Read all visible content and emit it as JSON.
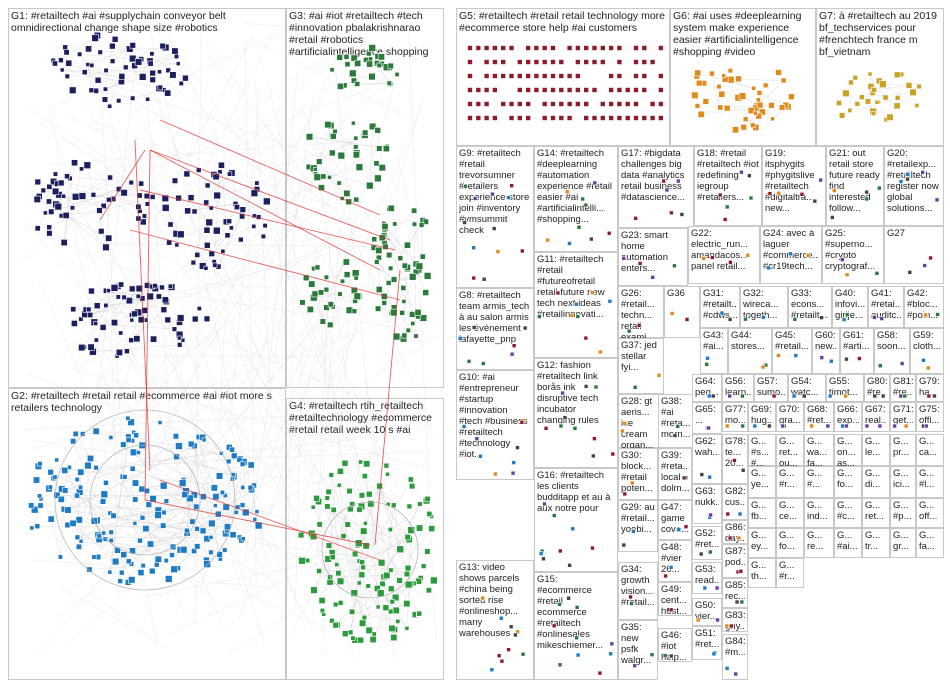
{
  "groups": [
    {
      "id": "G1",
      "label": "G1: #retailtech #ai #supplychain conveyor belt omnidirectional change shape size #robotics"
    },
    {
      "id": "G2",
      "label": "G2: #retailtech #retail retail #ecommerce #ai #iot more s retailers technology"
    },
    {
      "id": "G3",
      "label": "G3: #ai #iot #retailtech #tech #innovation pbalakrishnarao #retail #robotics #artificialintelligence shopping"
    },
    {
      "id": "G4",
      "label": "G4: #retailtech rtih_retailtech #retailtechnology #ecommerce #retail retail week 10 s #ai"
    },
    {
      "id": "G5",
      "label": "G5: #retailtech #retail retail technology more #ecommerce store help #ai customers"
    },
    {
      "id": "G6",
      "label": "G6: #ai uses #deeplearning system make experience easier #artificialintelligence #shopping #video"
    },
    {
      "id": "G7",
      "label": "G7: à #retailtech au 2019 bf_techservices pour #frenchtech france m bf_vietnam"
    },
    {
      "id": "G8",
      "label": "G8: #retailtech team armis_tech à au salon armis les événement lafayette_pnp"
    },
    {
      "id": "G9",
      "label": "G9: #retailtech #retail trevorsumner #retailers experience store join #inventory #vmsummit check"
    },
    {
      "id": "G10",
      "label": "G10: #ai #entrepreneur #startup #innovation #tech #business #retailtech #technology #iot..."
    },
    {
      "id": "G11",
      "label": "G11: #retailtech #retail #futureofretail retail future new tech next ideas #retailinnovati..."
    },
    {
      "id": "G12",
      "label": "G12: fashion #retailtech link borås ink disruptive tech incubator changing rules"
    },
    {
      "id": "G13",
      "label": "G13: video shows parcels #china being sorted rise #onlineshop... many warehouses"
    },
    {
      "id": "G14",
      "label": "G14: #retailtech #deeplearning #automation experience #retail easier #ai #artificialintelli... #shopping..."
    },
    {
      "id": "G15",
      "label": "G15: #ecommerce #retail ecommerce #retailtech #onlinesales mikeschiemer..."
    },
    {
      "id": "G16",
      "label": "G16: #retailtech les clients budditapp et au à aux notre pour"
    },
    {
      "id": "G17",
      "label": "G17: #bigdata challenges big data #analytics retail business #datascience..."
    },
    {
      "id": "G18",
      "label": "G18: #retail #retailtech #iot redefining iegroup #retailers..."
    },
    {
      "id": "G19",
      "label": "G19: itsphygits #phygitslive #retailtech #digitaltra... new..."
    },
    {
      "id": "G20",
      "label": "G20: #retailexp... #retailtech register now global solutions..."
    },
    {
      "id": "G21",
      "label": "G21: out retail store future ready find interested follow..."
    },
    {
      "id": "G22",
      "label": "G22: electric_run... amandacos... panel retail..."
    },
    {
      "id": "G23",
      "label": "G23: smart home automation enters..."
    },
    {
      "id": "G24",
      "label": "G24: avec à laguer #commerce... #cr19tech..."
    },
    {
      "id": "G25",
      "label": "G25: #superno... #crypto cryptograf..."
    },
    {
      "id": "G26",
      "label": "G26: #retail... techn... retail exami..."
    },
    {
      "id": "G27",
      "label": "G27"
    },
    {
      "id": "G28",
      "label": "G28: gt aeris... ice cream organ..."
    },
    {
      "id": "G29",
      "label": "G29: au #retail... yoobi..."
    },
    {
      "id": "G30",
      "label": "G30: block... #retail poten..."
    },
    {
      "id": "G31",
      "label": "G31: #retailt... #cdws..."
    },
    {
      "id": "G32",
      "label": "G32: wireca... togeth..."
    },
    {
      "id": "G33",
      "label": "G33: econs... #retailt..."
    },
    {
      "id": "G34",
      "label": "G34: growth vision... #retail..."
    },
    {
      "id": "G35",
      "label": "G35: new psfk walgr..."
    },
    {
      "id": "G36",
      "label": "G36"
    },
    {
      "id": "G37",
      "label": "G37: jed stellar fyi..."
    },
    {
      "id": "G38",
      "label": "G38: #ai #reta... morn..."
    },
    {
      "id": "G39",
      "label": "G39: #reta... local dolm..."
    },
    {
      "id": "G40",
      "label": "G40: infovi... girije..."
    },
    {
      "id": "G41",
      "label": "G41: #retai... auditc..."
    },
    {
      "id": "G42",
      "label": "G42: #bloc... #poin..."
    },
    {
      "id": "G43",
      "label": "G43: #ai..."
    },
    {
      "id": "G44",
      "label": "G44: stores..."
    },
    {
      "id": "G45",
      "label": "G45: #retail..."
    },
    {
      "id": "G46",
      "label": "G46: #iot help..."
    },
    {
      "id": "G47",
      "label": "G47: game cova..."
    },
    {
      "id": "G48",
      "label": "G48: #vier 26..."
    },
    {
      "id": "G49",
      "label": "G49: cent... host..."
    },
    {
      "id": "G50",
      "label": "G50: vier..."
    },
    {
      "id": "G51",
      "label": "G51: #ret..."
    },
    {
      "id": "G52",
      "label": "G52: #ret..."
    },
    {
      "id": "G53",
      "label": "G53: read..."
    },
    {
      "id": "G54",
      "label": "G54: watc..."
    },
    {
      "id": "G55",
      "label": "G55: timot..."
    },
    {
      "id": "G56",
      "label": "G56: learn..."
    },
    {
      "id": "G57",
      "label": "G57: sumo..."
    },
    {
      "id": "G58",
      "label": "G58: soon..."
    },
    {
      "id": "G59",
      "label": "G59: cloth..."
    },
    {
      "id": "G60",
      "label": "G60: new..."
    },
    {
      "id": "G61",
      "label": "G61: #arti..."
    },
    {
      "id": "G62",
      "label": "G62: wah..."
    },
    {
      "id": "G63",
      "label": "G63: nukk..."
    },
    {
      "id": "G64",
      "label": "G64: peq..."
    },
    {
      "id": "G65",
      "label": "G65: ..."
    },
    {
      "id": "G66",
      "label": "G66: exp..."
    },
    {
      "id": "G67",
      "label": "G67: real..."
    },
    {
      "id": "G68",
      "label": "G68: #ret..."
    },
    {
      "id": "G69",
      "label": "G69: hug..."
    },
    {
      "id": "G70",
      "label": "G70: gra..."
    },
    {
      "id": "G71",
      "label": "G71: get..."
    },
    {
      "id": "G75",
      "label": "G75: offi..."
    },
    {
      "id": "G77",
      "label": "G77: mo..."
    },
    {
      "id": "G78",
      "label": "G78: te... 20..."
    },
    {
      "id": "G79",
      "label": "G79: ha..."
    },
    {
      "id": "G80",
      "label": "G80: #re..."
    },
    {
      "id": "G81",
      "label": "G81: #re..."
    },
    {
      "id": "G82",
      "label": "G82: cus..."
    },
    {
      "id": "G83",
      "label": "G83: gny..."
    },
    {
      "id": "G84",
      "label": "G84: #m..."
    },
    {
      "id": "G85",
      "label": "G85: rec..."
    },
    {
      "id": "G86",
      "label": "G86: day..."
    },
    {
      "id": "G87",
      "label": "G87: pod..."
    },
    {
      "id": "Gx1",
      "label": "G... #s... #..."
    },
    {
      "id": "Gx2",
      "label": "G... ret... ou..."
    },
    {
      "id": "Gx3",
      "label": "G... wa... fa..."
    },
    {
      "id": "Gx4",
      "label": "G... on... as..."
    },
    {
      "id": "Gx5",
      "label": "G... le..."
    },
    {
      "id": "Gx6",
      "label": "G... pr..."
    },
    {
      "id": "Gx7",
      "label": "G... ca..."
    },
    {
      "id": "Gx8",
      "label": "G... ye..."
    },
    {
      "id": "Gx9",
      "label": "G... #r..."
    },
    {
      "id": "Gx10",
      "label": "G... #..."
    },
    {
      "id": "Gx11",
      "label": "G... fo..."
    },
    {
      "id": "Gx12",
      "label": "G... di..."
    },
    {
      "id": "Gx13",
      "label": "G... ici..."
    },
    {
      "id": "Gx14",
      "label": "G... #l..."
    },
    {
      "id": "Gx15",
      "label": "G... fb..."
    },
    {
      "id": "Gx16",
      "label": "G... ce..."
    },
    {
      "id": "Gx17",
      "label": "G... ind..."
    },
    {
      "id": "Gx18",
      "label": "G... #c..."
    },
    {
      "id": "Gx19",
      "label": "G... ret..."
    },
    {
      "id": "Gx20",
      "label": "G... #p..."
    },
    {
      "id": "Gx21",
      "label": "G... off..."
    },
    {
      "id": "Gx22",
      "label": "G... ey..."
    },
    {
      "id": "Gx23",
      "label": "G... fo..."
    },
    {
      "id": "Gx24",
      "label": "G... re..."
    },
    {
      "id": "Gx25",
      "label": "G... #ai..."
    },
    {
      "id": "Gx26",
      "label": "G... tr..."
    },
    {
      "id": "Gx27",
      "label": "G... gr..."
    },
    {
      "id": "Gx28",
      "label": "G... fa..."
    },
    {
      "id": "Gx29",
      "label": "G... th..."
    },
    {
      "id": "Gx30",
      "label": "G... #r..."
    }
  ],
  "colors": {
    "cell_border": "#c9c9c9",
    "edge": "#b8b8b8",
    "inter_edge_red": "#e03030",
    "g1_nodes": "#1b1f5e",
    "g2_nodes": "#1f7bc4",
    "g3_nodes": "#2b7a3b",
    "g4_nodes": "#2e9a3e",
    "g5_nodes": "#8b1d2c",
    "g6_nodes": "#e08a1e",
    "g7_nodes": "#c9a227"
  }
}
